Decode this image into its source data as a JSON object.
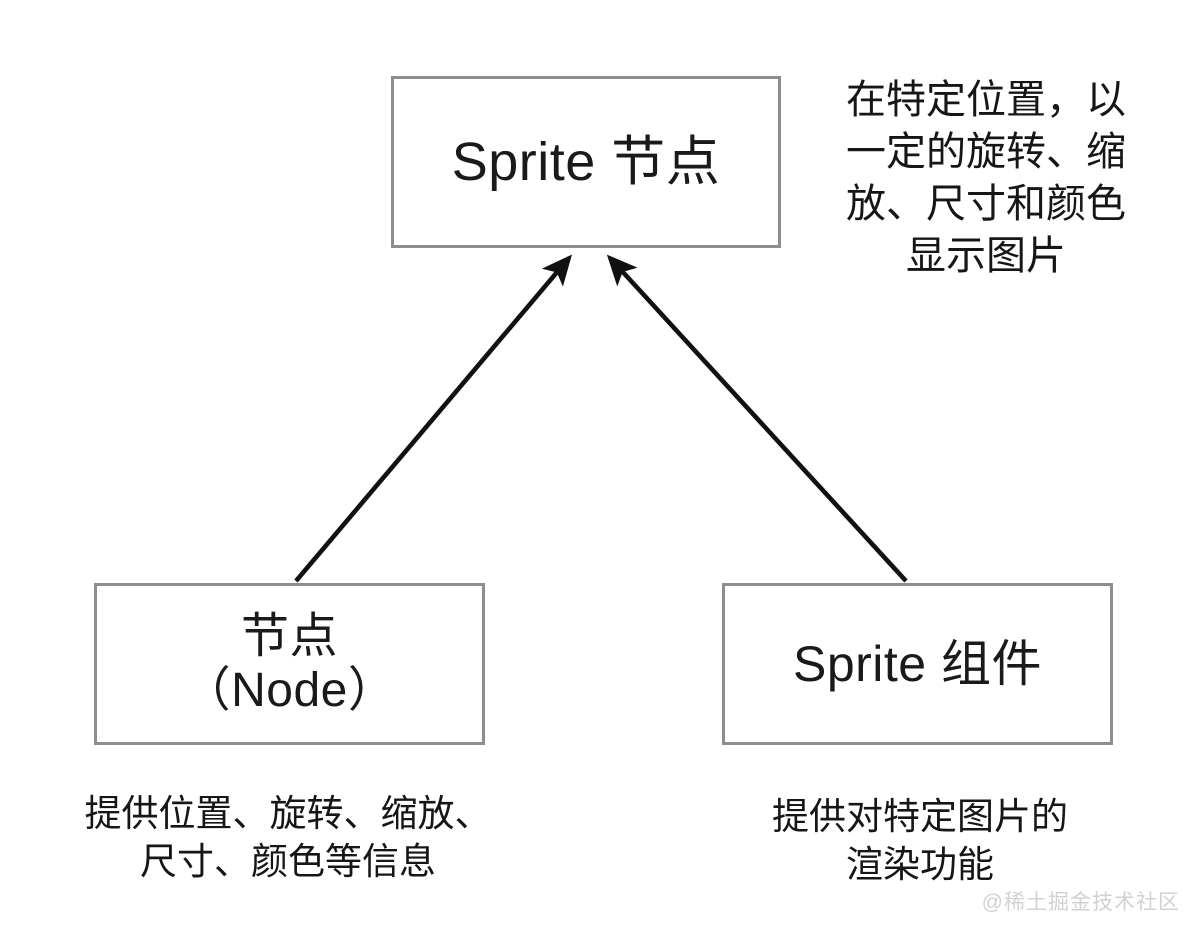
{
  "diagram": {
    "background_color": "#ffffff",
    "box_border_color": "#8e8e8e",
    "text_color": "#1a1a1a",
    "arrow_color": "#111111",
    "boxes": {
      "sprite_node": {
        "line1": "Sprite 节点"
      },
      "node": {
        "line1": "节点",
        "line2": "（Node）"
      },
      "sprite_component": {
        "line1": "Sprite 组件"
      }
    },
    "annotations": {
      "sprite_node": {
        "line1": "在特定位置，以",
        "line2": "一定的旋转、缩",
        "line3": "放、尺寸和颜色",
        "line4": "显示图片"
      },
      "node": {
        "line1": "提供位置、旋转、缩放、",
        "line2": "尺寸、颜色等信息"
      },
      "sprite_component": {
        "line1": "提供对特定图片的",
        "line2": "渲染功能"
      }
    },
    "arrows": [
      {
        "name": "node-to-sprite-node",
        "from": "node",
        "to": "sprite_node"
      },
      {
        "name": "sprite-component-to-sprite-node",
        "from": "sprite_component",
        "to": "sprite_node"
      }
    ],
    "watermark": "@稀土掘金技术社区"
  }
}
